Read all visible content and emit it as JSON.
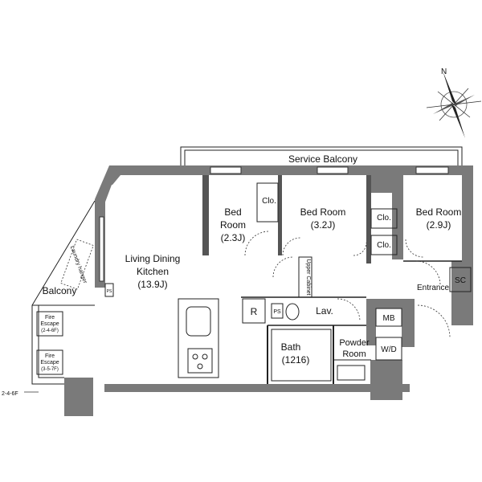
{
  "compass": {
    "north_label": "N",
    "icon": "compass-rose-icon"
  },
  "floorplan": {
    "service_balcony": "Service Balcony",
    "balcony": "Balcony",
    "laundry_hanger": "Laundry hanger",
    "fire_escape_1": {
      "line1": "Fire",
      "line2": "Escape",
      "floors": "(2-4-6F)"
    },
    "fire_escape_2": {
      "line1": "Fire",
      "line2": "Escape",
      "floors": "(3-5-7F)"
    },
    "floor_note": "2-4-6F",
    "ldk": {
      "line1": "Living Dining",
      "line2": "Kitchen",
      "size": "(13.9J)"
    },
    "bed_small": {
      "line1": "Bed",
      "line2": "Room",
      "size": "(2.3J)"
    },
    "bed_mid": {
      "line1": "Bed Room",
      "size": "(3.2J)"
    },
    "bed_right": {
      "line1": "Bed Room",
      "size": "(2.9J)"
    },
    "clo_1": "Clo.",
    "clo_2": "Clo.",
    "clo_3": "Clo.",
    "upper_cabinet": "Upper Cabinet",
    "r": "R",
    "ps": "PS",
    "lav": "Lav.",
    "bath": {
      "line1": "Bath",
      "size": "(1216)"
    },
    "powder": {
      "line1": "Powder",
      "line2": "Room"
    },
    "wd": "W/D",
    "mb": "MB",
    "entrance": "Entrance",
    "sc": "SC",
    "ps_small": "PS"
  }
}
